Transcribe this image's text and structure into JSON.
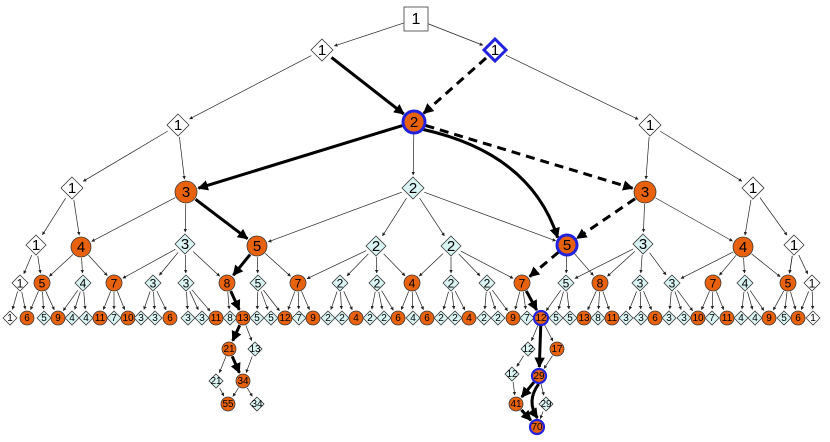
{
  "colors": {
    "circle_fill": "#e8620e",
    "diamond_fill": "#d9f4f3",
    "white_fill": "#ffffff",
    "node_stroke": "#3a3a3a",
    "highlight_stroke": "#2222dd",
    "edge": "#222222"
  },
  "nodes": [
    {
      "id": "root",
      "label": "1",
      "shape": "square"
    },
    {
      "id": "a",
      "label": "1",
      "shape": "diamond"
    },
    {
      "id": "b",
      "label": "1",
      "shape": "diamond",
      "highlight": true
    },
    {
      "id": "n2",
      "label": "2",
      "shape": "circle",
      "highlight": true
    },
    {
      "id": "L1",
      "label": "1",
      "shape": "diamond"
    },
    {
      "id": "R1",
      "label": "1",
      "shape": "diamond"
    },
    {
      "id": "L2",
      "label": "1",
      "shape": "diamond"
    },
    {
      "id": "m3",
      "label": "3",
      "shape": "circle"
    },
    {
      "id": "c2",
      "label": "2",
      "shape": "diamond",
      "fill": "cyan"
    },
    {
      "id": "r3",
      "label": "3",
      "shape": "circle"
    },
    {
      "id": "R2",
      "label": "1",
      "shape": "diamond"
    },
    {
      "id": "L3",
      "label": "1",
      "shape": "diamond"
    },
    {
      "id": "o4a",
      "label": "4",
      "shape": "circle"
    },
    {
      "id": "d3a",
      "label": "3",
      "shape": "diamond",
      "fill": "cyan"
    },
    {
      "id": "o5a",
      "label": "5",
      "shape": "circle"
    },
    {
      "id": "d2a",
      "label": "2",
      "shape": "diamond",
      "fill": "cyan"
    },
    {
      "id": "d2b",
      "label": "2",
      "shape": "diamond",
      "fill": "cyan"
    },
    {
      "id": "o5b",
      "label": "5",
      "shape": "circle",
      "highlight": true
    },
    {
      "id": "d3b",
      "label": "3",
      "shape": "diamond",
      "fill": "cyan"
    },
    {
      "id": "o4b",
      "label": "4",
      "shape": "circle"
    },
    {
      "id": "R3",
      "label": "1",
      "shape": "diamond"
    },
    {
      "id": "w_1",
      "label": "1",
      "shape": "diamond"
    },
    {
      "id": "w_2",
      "label": "5",
      "shape": "circle"
    },
    {
      "id": "w_3",
      "label": "4",
      "shape": "diamond",
      "fill": "cyan"
    },
    {
      "id": "w_4",
      "label": "7",
      "shape": "circle"
    },
    {
      "id": "w_5",
      "label": "3",
      "shape": "diamond",
      "fill": "cyan"
    },
    {
      "id": "w_6",
      "label": "3",
      "shape": "diamond",
      "fill": "cyan"
    },
    {
      "id": "w_7",
      "label": "8",
      "shape": "circle"
    },
    {
      "id": "w_8",
      "label": "5",
      "shape": "diamond",
      "fill": "cyan"
    },
    {
      "id": "w_9",
      "label": "7",
      "shape": "circle"
    },
    {
      "id": "w_10",
      "label": "2",
      "shape": "diamond",
      "fill": "cyan"
    },
    {
      "id": "w_11",
      "label": "2",
      "shape": "diamond",
      "fill": "cyan"
    },
    {
      "id": "w_12",
      "label": "4",
      "shape": "circle"
    },
    {
      "id": "w_13",
      "label": "2",
      "shape": "diamond",
      "fill": "cyan"
    },
    {
      "id": "w_14",
      "label": "2",
      "shape": "diamond",
      "fill": "cyan"
    },
    {
      "id": "w_15",
      "label": "7",
      "shape": "circle"
    },
    {
      "id": "w_16",
      "label": "5",
      "shape": "diamond",
      "fill": "cyan"
    },
    {
      "id": "w_17",
      "label": "8",
      "shape": "circle"
    },
    {
      "id": "w_18",
      "label": "3",
      "shape": "diamond",
      "fill": "cyan"
    },
    {
      "id": "w_19",
      "label": "3",
      "shape": "diamond",
      "fill": "cyan"
    },
    {
      "id": "w_20",
      "label": "7",
      "shape": "circle"
    },
    {
      "id": "w_21",
      "label": "4",
      "shape": "diamond",
      "fill": "cyan"
    },
    {
      "id": "w_22",
      "label": "5",
      "shape": "circle"
    },
    {
      "id": "w_23",
      "label": "1",
      "shape": "diamond"
    },
    {
      "id": "z_1",
      "label": "1",
      "shape": "diamond"
    },
    {
      "id": "z_2",
      "label": "6",
      "shape": "circle"
    },
    {
      "id": "z_3",
      "label": "5",
      "shape": "diamond",
      "fill": "cyan"
    },
    {
      "id": "z_4",
      "label": "9",
      "shape": "circle"
    },
    {
      "id": "z_5",
      "label": "4",
      "shape": "diamond",
      "fill": "cyan"
    },
    {
      "id": "z_6",
      "label": "4",
      "shape": "diamond",
      "fill": "cyan"
    },
    {
      "id": "z_7",
      "label": "11",
      "shape": "circle"
    },
    {
      "id": "z_8",
      "label": "7",
      "shape": "diamond",
      "fill": "cyan"
    },
    {
      "id": "z_9",
      "label": "10",
      "shape": "circle"
    },
    {
      "id": "z_10",
      "label": "3",
      "shape": "diamond",
      "fill": "cyan"
    },
    {
      "id": "z_11",
      "label": "3",
      "shape": "diamond",
      "fill": "cyan"
    },
    {
      "id": "z_12",
      "label": "6",
      "shape": "circle"
    },
    {
      "id": "z_13",
      "label": "3",
      "shape": "diamond",
      "fill": "cyan"
    },
    {
      "id": "z_14",
      "label": "3",
      "shape": "diamond",
      "fill": "cyan"
    },
    {
      "id": "z_15",
      "label": "11",
      "shape": "circle"
    },
    {
      "id": "z_16",
      "label": "8",
      "shape": "diamond",
      "fill": "cyan"
    },
    {
      "id": "z_17",
      "label": "13",
      "shape": "circle"
    },
    {
      "id": "z_18",
      "label": "5",
      "shape": "diamond",
      "fill": "cyan"
    },
    {
      "id": "z_19",
      "label": "5",
      "shape": "diamond",
      "fill": "cyan"
    },
    {
      "id": "z_20",
      "label": "12",
      "shape": "circle"
    },
    {
      "id": "z_21",
      "label": "7",
      "shape": "diamond",
      "fill": "cyan"
    },
    {
      "id": "z_22",
      "label": "9",
      "shape": "circle"
    },
    {
      "id": "z_23",
      "label": "2",
      "shape": "diamond",
      "fill": "cyan"
    },
    {
      "id": "z_24",
      "label": "2",
      "shape": "diamond",
      "fill": "cyan"
    },
    {
      "id": "z_25",
      "label": "4",
      "shape": "circle"
    },
    {
      "id": "z_26",
      "label": "2",
      "shape": "diamond",
      "fill": "cyan"
    },
    {
      "id": "z_27",
      "label": "2",
      "shape": "diamond",
      "fill": "cyan"
    },
    {
      "id": "z_28",
      "label": "6",
      "shape": "circle"
    },
    {
      "id": "z_29",
      "label": "4",
      "shape": "diamond",
      "fill": "cyan"
    },
    {
      "id": "z_30",
      "label": "6",
      "shape": "circle"
    },
    {
      "id": "z_31",
      "label": "2",
      "shape": "diamond",
      "fill": "cyan"
    },
    {
      "id": "z_32",
      "label": "2",
      "shape": "diamond",
      "fill": "cyan"
    },
    {
      "id": "z_33",
      "label": "4",
      "shape": "circle"
    },
    {
      "id": "z_34",
      "label": "2",
      "shape": "diamond",
      "fill": "cyan"
    },
    {
      "id": "z_35",
      "label": "2",
      "shape": "diamond",
      "fill": "cyan"
    },
    {
      "id": "z_36",
      "label": "9",
      "shape": "circle"
    },
    {
      "id": "z_37",
      "label": "7",
      "shape": "diamond",
      "fill": "cyan"
    },
    {
      "id": "z_38",
      "label": "12",
      "shape": "circle",
      "highlight": true
    },
    {
      "id": "z_39",
      "label": "5",
      "shape": "diamond",
      "fill": "cyan"
    },
    {
      "id": "z_40",
      "label": "5",
      "shape": "diamond",
      "fill": "cyan"
    },
    {
      "id": "z_41",
      "label": "13",
      "shape": "circle"
    },
    {
      "id": "z_42",
      "label": "8",
      "shape": "diamond",
      "fill": "cyan"
    },
    {
      "id": "z_43",
      "label": "11",
      "shape": "circle"
    },
    {
      "id": "z_44",
      "label": "3",
      "shape": "diamond",
      "fill": "cyan"
    },
    {
      "id": "z_45",
      "label": "3",
      "shape": "diamond",
      "fill": "cyan"
    },
    {
      "id": "z_46",
      "label": "6",
      "shape": "circle"
    },
    {
      "id": "z_47",
      "label": "3",
      "shape": "diamond",
      "fill": "cyan"
    },
    {
      "id": "z_48",
      "label": "3",
      "shape": "diamond",
      "fill": "cyan"
    },
    {
      "id": "z_49",
      "label": "10",
      "shape": "circle"
    },
    {
      "id": "z_50",
      "label": "7",
      "shape": "diamond",
      "fill": "cyan"
    },
    {
      "id": "z_51",
      "label": "11",
      "shape": "circle"
    },
    {
      "id": "z_52",
      "label": "4",
      "shape": "diamond",
      "fill": "cyan"
    },
    {
      "id": "z_53",
      "label": "4",
      "shape": "diamond",
      "fill": "cyan"
    },
    {
      "id": "z_54",
      "label": "9",
      "shape": "circle"
    },
    {
      "id": "z_55",
      "label": "5",
      "shape": "diamond",
      "fill": "cyan"
    },
    {
      "id": "z_56",
      "label": "6",
      "shape": "circle"
    },
    {
      "id": "z_57",
      "label": "1",
      "shape": "diamond"
    },
    {
      "id": "l21",
      "label": "21",
      "shape": "circle"
    },
    {
      "id": "l13",
      "label": "13",
      "shape": "diamond",
      "fill": "cyan"
    },
    {
      "id": "l21d",
      "label": "21",
      "shape": "diamond",
      "fill": "cyan"
    },
    {
      "id": "l34",
      "label": "34",
      "shape": "circle"
    },
    {
      "id": "l55",
      "label": "55",
      "shape": "circle"
    },
    {
      "id": "l34d",
      "label": "34",
      "shape": "diamond",
      "fill": "cyan"
    },
    {
      "id": "r12",
      "label": "12",
      "shape": "diamond",
      "fill": "cyan"
    },
    {
      "id": "r17",
      "label": "17",
      "shape": "circle"
    },
    {
      "id": "r12b",
      "label": "12",
      "shape": "diamond",
      "fill": "cyan"
    },
    {
      "id": "r29",
      "label": "29",
      "shape": "circle",
      "highlight": true
    },
    {
      "id": "r41",
      "label": "41",
      "shape": "circle"
    },
    {
      "id": "r29d",
      "label": "29",
      "shape": "diamond",
      "fill": "cyan"
    },
    {
      "id": "r70",
      "label": "70",
      "shape": "circle",
      "highlight": true
    }
  ]
}
